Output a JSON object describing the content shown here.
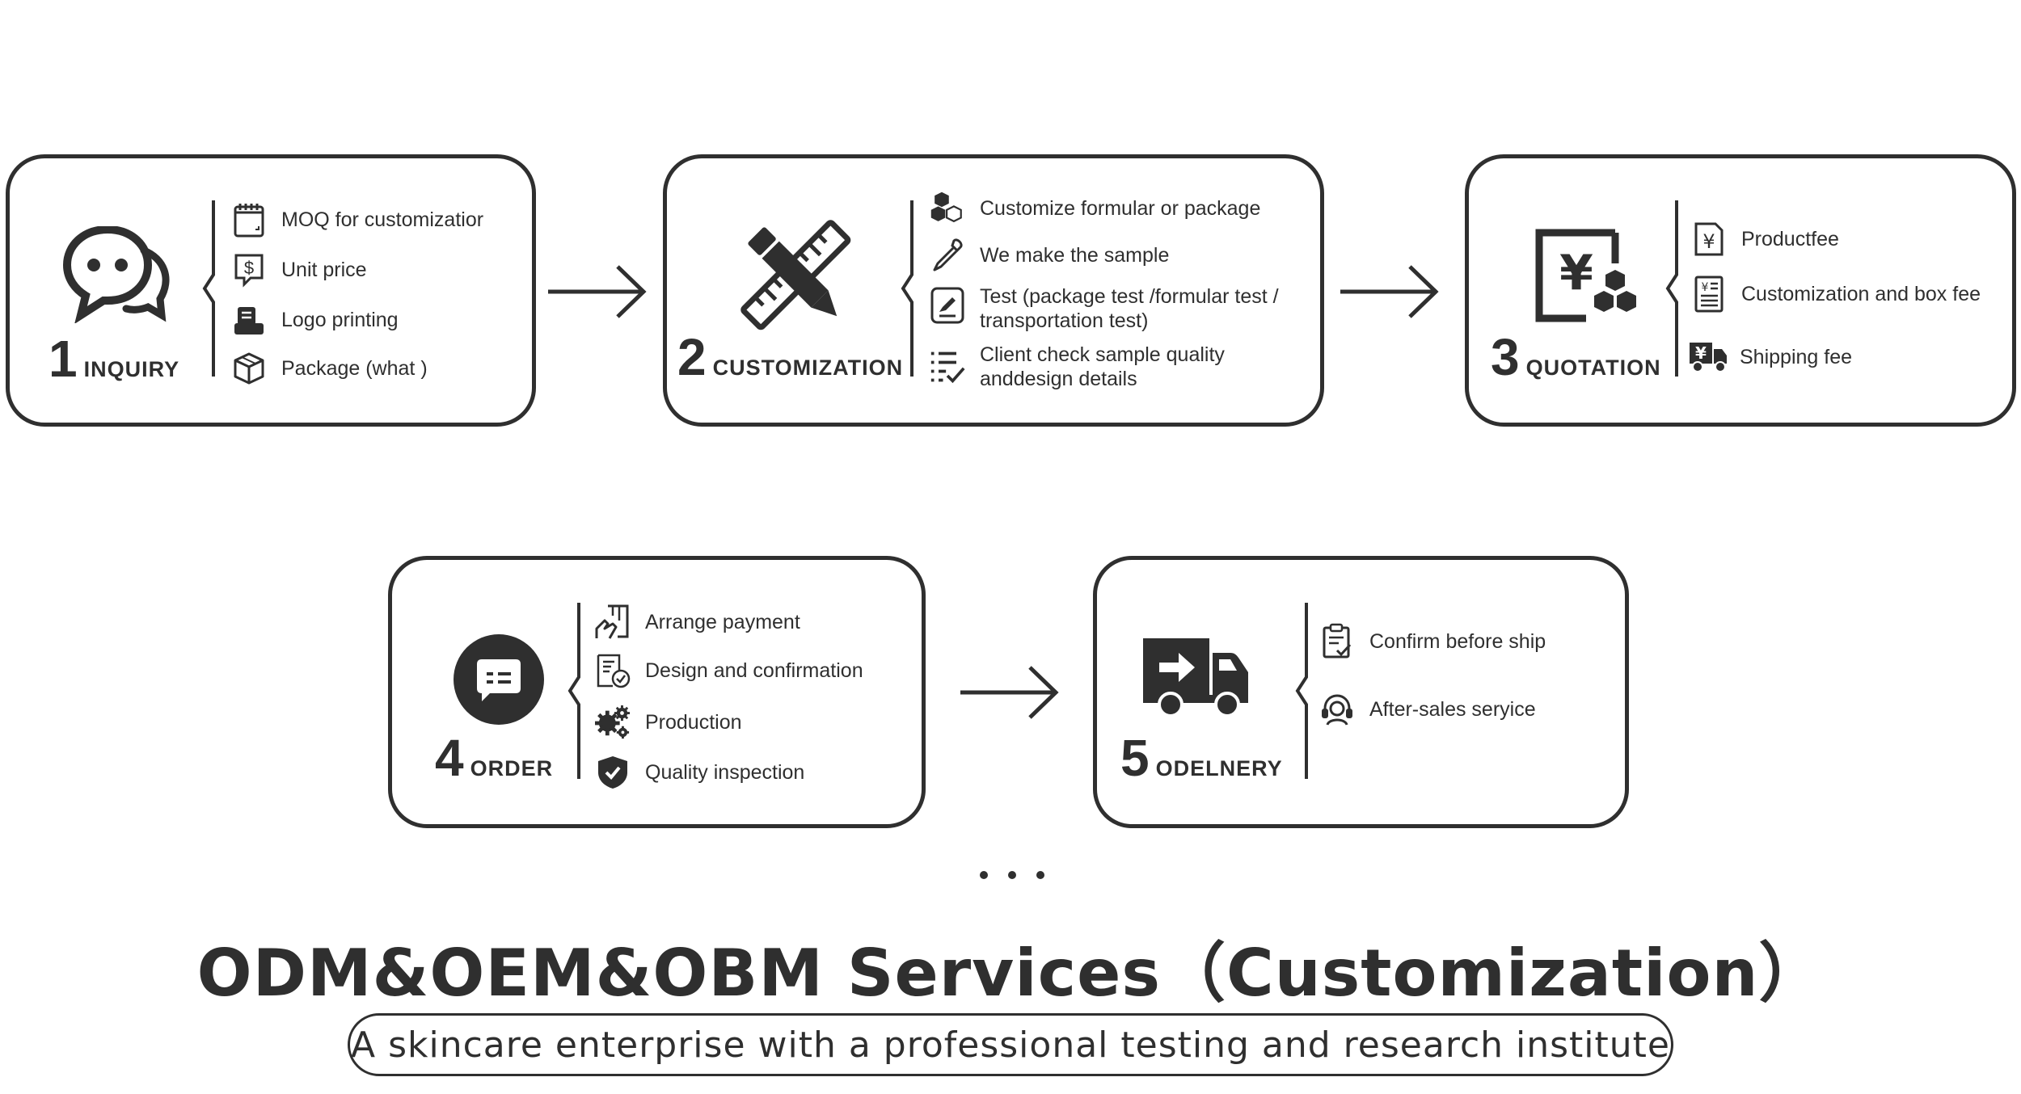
{
  "steps": [
    {
      "number": "1",
      "name": "INQUIRY",
      "icon": "chat-bubbles-icon",
      "items": [
        {
          "icon": "notepad-icon",
          "text": "MOQ for customizatior"
        },
        {
          "icon": "dollar-tag-icon",
          "text": "Unit price"
        },
        {
          "icon": "print-stamp-icon",
          "text": "Logo printing"
        },
        {
          "icon": "box-icon",
          "text": "Package (what )"
        }
      ]
    },
    {
      "number": "2",
      "name": "CUSTOMIZATION",
      "icon": "pencil-ruler-icon",
      "items": [
        {
          "icon": "hexagons-icon",
          "text": "Customize formular or package"
        },
        {
          "icon": "dropper-icon",
          "text": "We make the sample"
        },
        {
          "icon": "edit-doc-icon",
          "text": "Test (package test /formular test /",
          "text2": "transportation test)"
        },
        {
          "icon": "checklist-icon",
          "text": "Client check sample quality",
          "text2": "anddesign details"
        }
      ]
    },
    {
      "number": "3",
      "name": "QUOTATION",
      "icon": "yen-frame-icon",
      "items": [
        {
          "icon": "yen-doc-icon",
          "text": "Productfee"
        },
        {
          "icon": "yen-list-icon",
          "text": "Customization and box fee"
        },
        {
          "icon": "yen-truck-icon",
          "text": "Shipping fee"
        }
      ]
    },
    {
      "number": "4",
      "name": "ORDER",
      "icon": "message-circle-icon",
      "items": [
        {
          "icon": "hand-doc-icon",
          "text": "Arrange payment"
        },
        {
          "icon": "doc-check-icon",
          "text": "Design and confirmation"
        },
        {
          "icon": "gears-icon",
          "text": "Production"
        },
        {
          "icon": "shield-check-icon",
          "text": "Quality inspection"
        }
      ]
    },
    {
      "number": "5",
      "name": "ODELNERY",
      "icon": "delivery-truck-icon",
      "items": [
        {
          "icon": "clipboard-check-icon",
          "text": "Confirm before ship"
        },
        {
          "icon": "headset-icon",
          "text": "After-sales seryice"
        }
      ]
    }
  ],
  "title": "ODM&OEM&OBM Services（Customization）",
  "subtitle": "A skincare enterprise with a professional testing and research institute"
}
